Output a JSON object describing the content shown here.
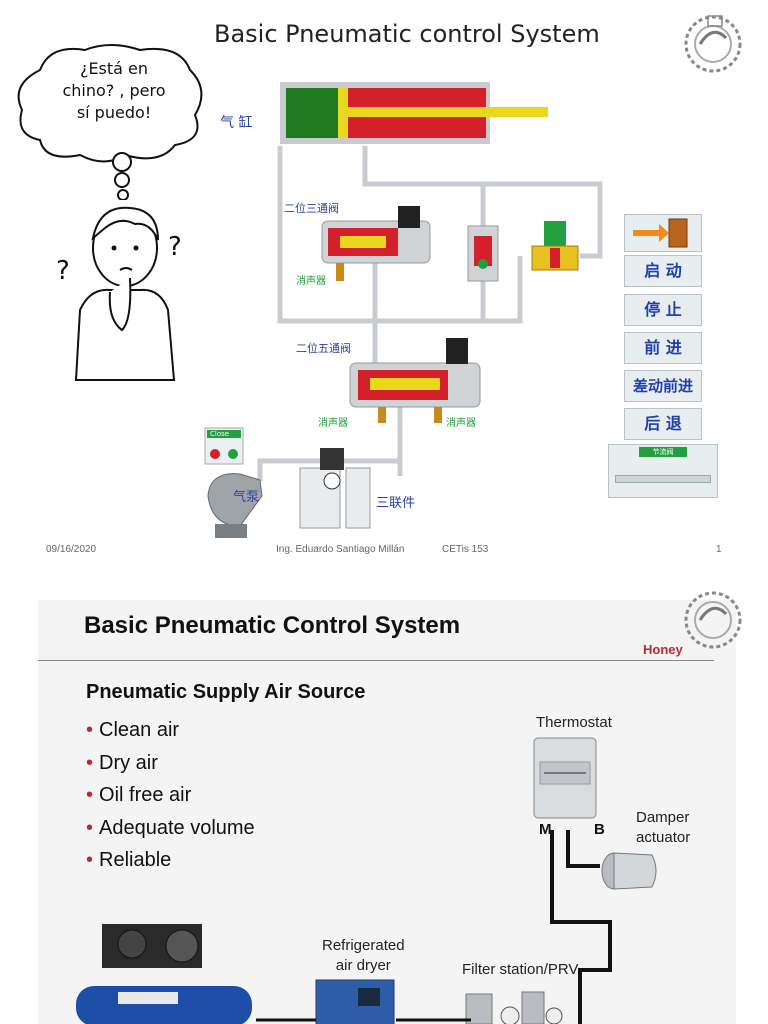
{
  "slide1": {
    "title": "Basic Pneumatic control System",
    "speech_bubble": [
      "¿Está en",
      "chino? , pero",
      "sí puedo!"
    ],
    "question_marks": [
      "?",
      "?"
    ],
    "diagram_labels": {
      "cylinder": "气 缸",
      "valve_3_2": "二位三通阀",
      "valve_5_2": "二位五通阀",
      "muffler_1": "消声器",
      "muffler_2": "消声器",
      "muffler_3": "消声器",
      "air_pump": "气泵",
      "frl_unit": "三联件",
      "close_box": "Close",
      "slider_box": "节流阀"
    },
    "control_panel": [
      "启 动",
      "停 止",
      "前 进",
      "差动前进",
      "后 退"
    ],
    "footer": {
      "date": "09/16/2020",
      "author": "Ing. Eduardo Santiago Millán",
      "school": "CETis 153",
      "page": "1"
    }
  },
  "slide2": {
    "title": "Basic Pneumatic Control System",
    "brand": "Honey",
    "subtitle": "Pneumatic Supply Air Source",
    "bullets": [
      "Clean air",
      "Dry air",
      "Oil free air",
      "Adequate volume",
      "Reliable"
    ],
    "thermostat": "Thermostat",
    "port_m": "M",
    "port_b": "B",
    "damper_line1": "Damper",
    "damper_line2": "actuator",
    "dryer_line1": "Refrigerated",
    "dryer_line2": "air dryer",
    "filter": "Filter station/PRV"
  },
  "colors": {
    "cylinder_body": "#d4202a",
    "cylinder_head": "#1f7a1f",
    "rod": "#e8d81e",
    "pipe": "#c8ccd0",
    "label_blue": "#2a3ea8",
    "label_green": "#1e9e3a",
    "bullet_red": "#c0282a",
    "panel_text": "#1d3fb0"
  }
}
